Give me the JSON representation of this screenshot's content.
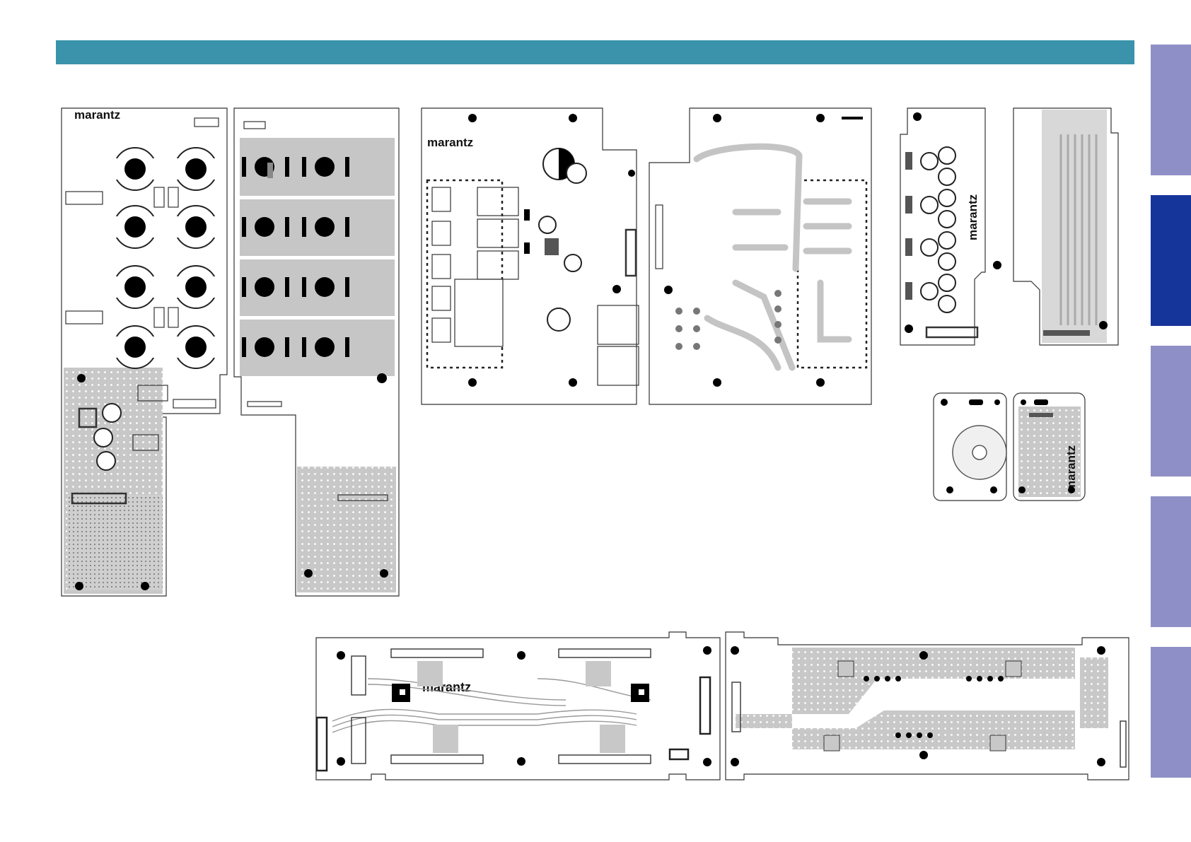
{
  "theme": {
    "header_color": "#3a93ab",
    "tab_inactive_color": "#8f8fc7",
    "tab_active_color": "#16359a",
    "board_outline": "#333333",
    "copper_fill": "#c6c6c6"
  },
  "side_tabs": [
    {
      "state": "inactive"
    },
    {
      "state": "active"
    },
    {
      "state": "inactive"
    },
    {
      "state": "inactive"
    },
    {
      "state": "inactive"
    }
  ],
  "boards": {
    "brand": "marantz"
  }
}
